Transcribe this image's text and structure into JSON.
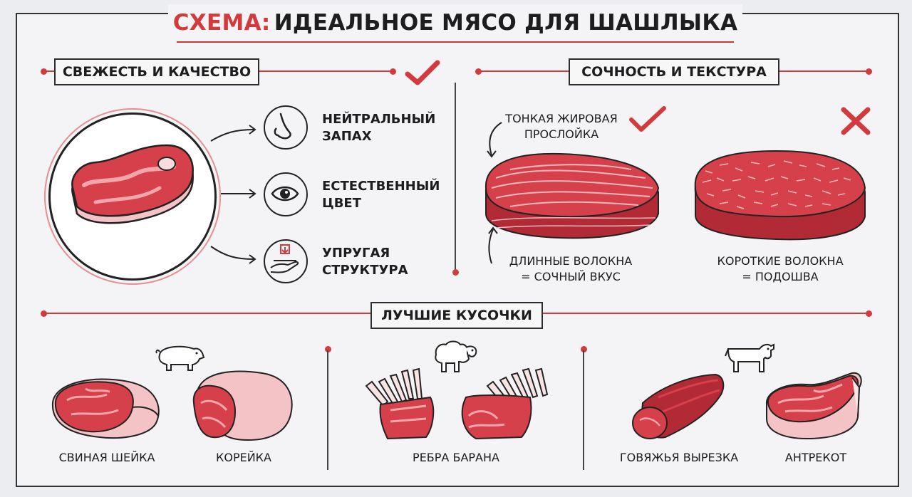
{
  "title": {
    "prefix": "СХЕМА:",
    "main": "ИДЕАЛЬНОЕ МЯСО ДЛЯ ШАШЛЫКА"
  },
  "sections": {
    "freshness": {
      "label": "СВЕЖЕСТЬ И КАЧЕСТВО"
    },
    "juiciness": {
      "label": "СОЧНОСТЬ И ТЕКСТУРА"
    },
    "best_cuts": {
      "label": "ЛУЧШИЕ КУСОЧКИ"
    }
  },
  "freshness_items": [
    {
      "icon": "nose-icon",
      "line1": "НЕЙТРАЛЬНЫЙ",
      "line2": "ЗАПАХ"
    },
    {
      "icon": "eye-icon",
      "line1": "ЕСТЕСТВЕННЫЙ",
      "line2": "ЦВЕТ"
    },
    {
      "icon": "press-hand-icon",
      "line1": "УПРУГАЯ",
      "line2": "СТРУКТУРА"
    }
  ],
  "texture": {
    "fat_note": {
      "line1": "ТОНКАЯ ЖИРОВАЯ",
      "line2": "ПРОСЛОЙКА"
    },
    "good": {
      "line1": "ДЛИННЫЕ ВОЛОКНА",
      "line2": "= СОЧНЫЙ ВКУС"
    },
    "bad": {
      "line1": "КОРОТКИЕ ВОЛОКНА",
      "line2": "= ПОДОШВА"
    }
  },
  "cuts": [
    {
      "label": "СВИНАЯ ШЕЙКА"
    },
    {
      "label": "КОРЕЙКА"
    },
    {
      "label": "РЕБРА БАРАНА"
    },
    {
      "label": "ГОВЯЖЬЯ ВЫРЕЗКА"
    },
    {
      "label": "АНТРЕКОТ"
    }
  ],
  "animals": [
    "pig-icon",
    "sheep-icon",
    "cow-icon"
  ],
  "colors": {
    "accent": "#d23b3d",
    "meat": "#c9343f",
    "meat_light": "#e86a72",
    "fat": "#f5c9cc"
  }
}
